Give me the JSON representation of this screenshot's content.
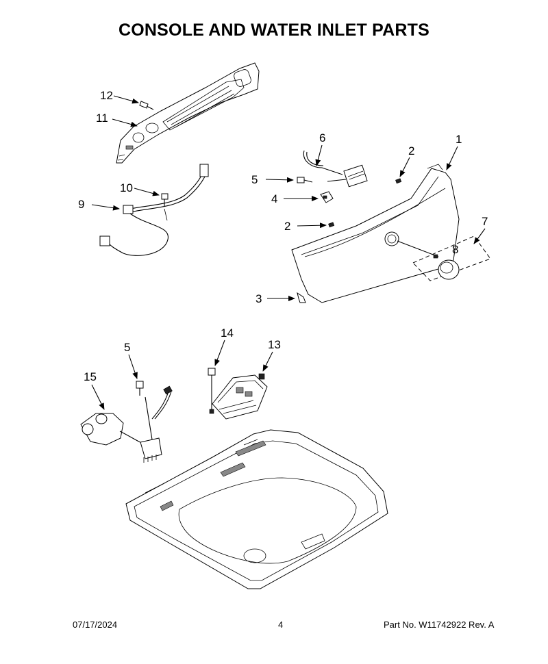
{
  "title": "CONSOLE AND WATER INLET PARTS",
  "callouts": [
    {
      "id": "c12",
      "label": "12"
    },
    {
      "id": "c11",
      "label": "11"
    },
    {
      "id": "c6",
      "label": "6"
    },
    {
      "id": "c2a",
      "label": "2"
    },
    {
      "id": "c1",
      "label": "1"
    },
    {
      "id": "c5a",
      "label": "5"
    },
    {
      "id": "c4",
      "label": "4"
    },
    {
      "id": "c10",
      "label": "10"
    },
    {
      "id": "c9",
      "label": "9"
    },
    {
      "id": "c2b",
      "label": "2"
    },
    {
      "id": "c7",
      "label": "7"
    },
    {
      "id": "c8",
      "label": "8"
    },
    {
      "id": "c3",
      "label": "3"
    },
    {
      "id": "c14",
      "label": "14"
    },
    {
      "id": "c13",
      "label": "13"
    },
    {
      "id": "c5b",
      "label": "5"
    },
    {
      "id": "c15",
      "label": "15"
    }
  ],
  "footer": {
    "date": "07/17/2024",
    "page": "4",
    "part": "Part No.  W11742922  Rev.  A"
  }
}
